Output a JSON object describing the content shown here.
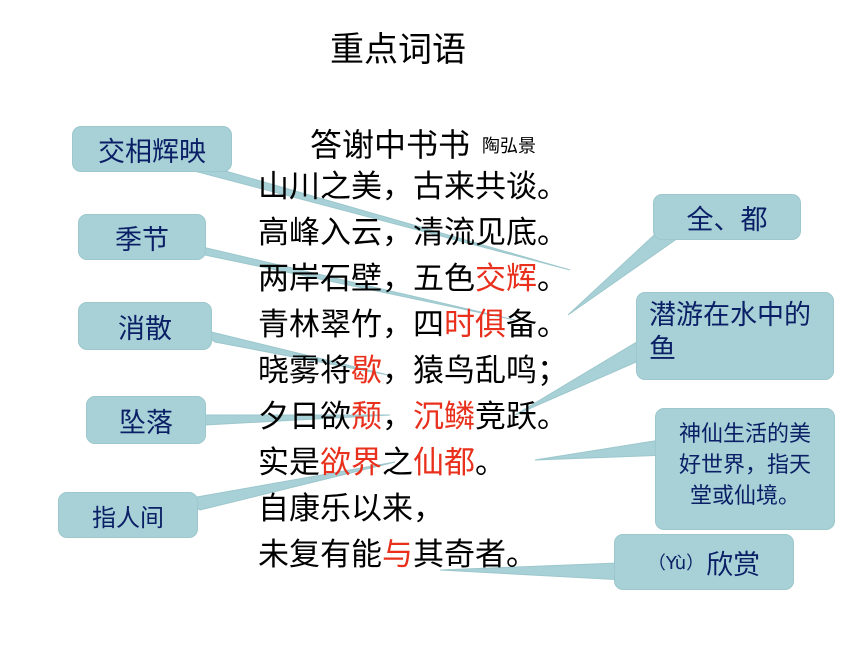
{
  "slide_title": "重点词语",
  "poem": {
    "title": "答谢中书书",
    "author": "陶弘景",
    "lines": [
      [
        {
          "t": "山川之美，古来共谈。",
          "hl": false
        }
      ],
      [
        {
          "t": "高峰入云，清流见底。",
          "hl": false
        }
      ],
      [
        {
          "t": "两岸石壁，五色",
          "hl": false
        },
        {
          "t": "交辉",
          "hl": true
        },
        {
          "t": "。",
          "hl": false
        }
      ],
      [
        {
          "t": "青林翠竹，四",
          "hl": false
        },
        {
          "t": "时俱",
          "hl": true
        },
        {
          "t": "备。",
          "hl": false
        }
      ],
      [
        {
          "t": "晓雾将",
          "hl": false
        },
        {
          "t": "歇",
          "hl": true
        },
        {
          "t": "，猿鸟乱鸣；",
          "hl": false
        }
      ],
      [
        {
          "t": "夕日欲",
          "hl": false
        },
        {
          "t": "颓",
          "hl": true
        },
        {
          "t": "，",
          "hl": false
        },
        {
          "t": "沉鳞",
          "hl": true
        },
        {
          "t": "竞跃。",
          "hl": false
        }
      ],
      [
        {
          "t": "实是",
          "hl": false
        },
        {
          "t": "欲界",
          "hl": true
        },
        {
          "t": "之",
          "hl": false
        },
        {
          "t": "仙都",
          "hl": true
        },
        {
          "t": "。",
          "hl": false
        }
      ],
      [
        {
          "t": "自康乐以来，",
          "hl": false
        }
      ],
      [
        {
          "t": "未复有能",
          "hl": false
        },
        {
          "t": "与",
          "hl": true
        },
        {
          "t": "其奇者。",
          "hl": false
        }
      ]
    ]
  },
  "callouts": {
    "jiaohui": "交相辉映",
    "shi": "季节",
    "xie": "消散",
    "tui": "坠落",
    "yujie": "指人间",
    "ju": "全、都",
    "chenlin": "潜游在水中的鱼",
    "xiandu": "神仙生活的美好世界，指天堂或仙境。",
    "yu_pinyin": "（Yù）",
    "yu": "欣赏"
  },
  "colors": {
    "callout_fill": "#a7d1d6",
    "callout_text": "#0a1f66",
    "highlight": "#e8301d"
  }
}
